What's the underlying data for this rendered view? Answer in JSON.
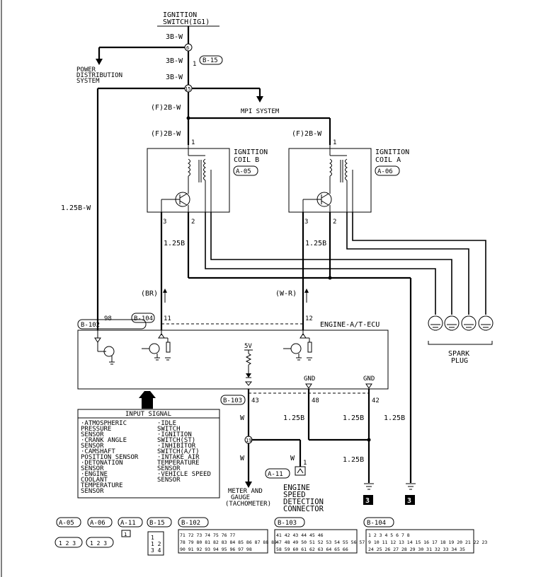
{
  "ignition_switch": {
    "line1": "IGNITION",
    "line2": "SWITCH(IG1)"
  },
  "power_distribution": {
    "line1": "POWER",
    "line2": "DISTRIBUTION",
    "line3": "SYSTEM"
  },
  "mpi_system": "MPI SYSTEM",
  "junctions": {
    "j6": "6",
    "j15": "15",
    "j19": "19"
  },
  "connectors": {
    "b15": "B-15",
    "b15_pin": "1"
  },
  "wires": {
    "w3bw": "3B-W",
    "f2bw": "(F)2B-W",
    "w125bw": "1.25B-W",
    "w125b": "1.25B",
    "br": "(BR)",
    "wr": "(W-R)",
    "w": "W"
  },
  "coil_b": {
    "line1": "IGNITION",
    "line2": "COIL B",
    "connector": "A-05",
    "pin1": "1",
    "pin2": "2",
    "pin3": "3"
  },
  "coil_a": {
    "line1": "IGNITION",
    "line2": "COIL A",
    "connector": "A-06",
    "pin1": "1",
    "pin2": "2",
    "pin3": "3"
  },
  "spark_plug": {
    "line1": "SPARK",
    "line2": "PLUG"
  },
  "ecu": {
    "title": "ENGINE-A/T-ECU",
    "connector_b102": "B-102",
    "connector_b104": "B-104",
    "connector_b103": "B-103",
    "pin98": "98",
    "pin11": "11",
    "pin12": "12",
    "pin43": "43",
    "pin48": "48",
    "pin42": "42",
    "v5": "5V",
    "gnd": "GND"
  },
  "esd": {
    "connector": "A-11",
    "pin1": "1",
    "line1": "ENGINE",
    "line2": "SPEED",
    "line3": "DETECTION",
    "line4": "CONNECTOR"
  },
  "meter": {
    "line1": "METER AND",
    "line2": "GAUGE",
    "line3": "(TACHOMETER)"
  },
  "ground_ref": "3",
  "input_signal": {
    "title": "INPUT SIGNAL",
    "left": [
      "·ATMOSPHERIC",
      " PRESSURE",
      " SENSOR",
      "·CRANK ANGLE",
      " SENSOR",
      "·CAMSHAFT",
      " POSITION SENSOR",
      "·DETONATION",
      " SENSOR",
      "·ENGINE",
      " COOLANT",
      " TEMPERATURE",
      " SENSOR",
      ""
    ],
    "right": [
      "·IDLE",
      " SWITCH",
      "·IGNITION",
      " SWITCH(ST)",
      "·INHIBITOR",
      " SWITCH(A/T)",
      "·INTAKE AIR",
      " TEMPERATURE",
      " SENSOR",
      "·VEHICLE SPEED",
      " SENSOR",
      ""
    ]
  },
  "legend": {
    "a05": "A-05",
    "a06": "A-06",
    "a11": "A-11",
    "b15": "B-15",
    "b102": "B-102",
    "b103": "B-103",
    "b104": "B-104",
    "pins123": "1 2 3",
    "pin1": "1",
    "b15_row1": "1",
    "b15_row2": "1 2",
    "b15_row3": "3 4",
    "b102_rows": [
      "71 72 73 74        75 76 77",
      "78 79 80 81 82 83 84 85 86 87 88 89",
      "90 91  92 93 94  95 96  97 98"
    ],
    "b103_rows": [
      "41 42 43        44 45 46",
      "47 48 49 50 51 52 53 54 55 56 57",
      "58 59  60 61 62 63  64 65 66"
    ],
    "b104_rows": [
      " 1  2     3  4        5  6   7  8",
      " 9 10 11 12 13 14 15 16 17 18 19 20 21 22 23",
      "24 25  26 27 28 29  30 31 32 33  34 35"
    ]
  }
}
